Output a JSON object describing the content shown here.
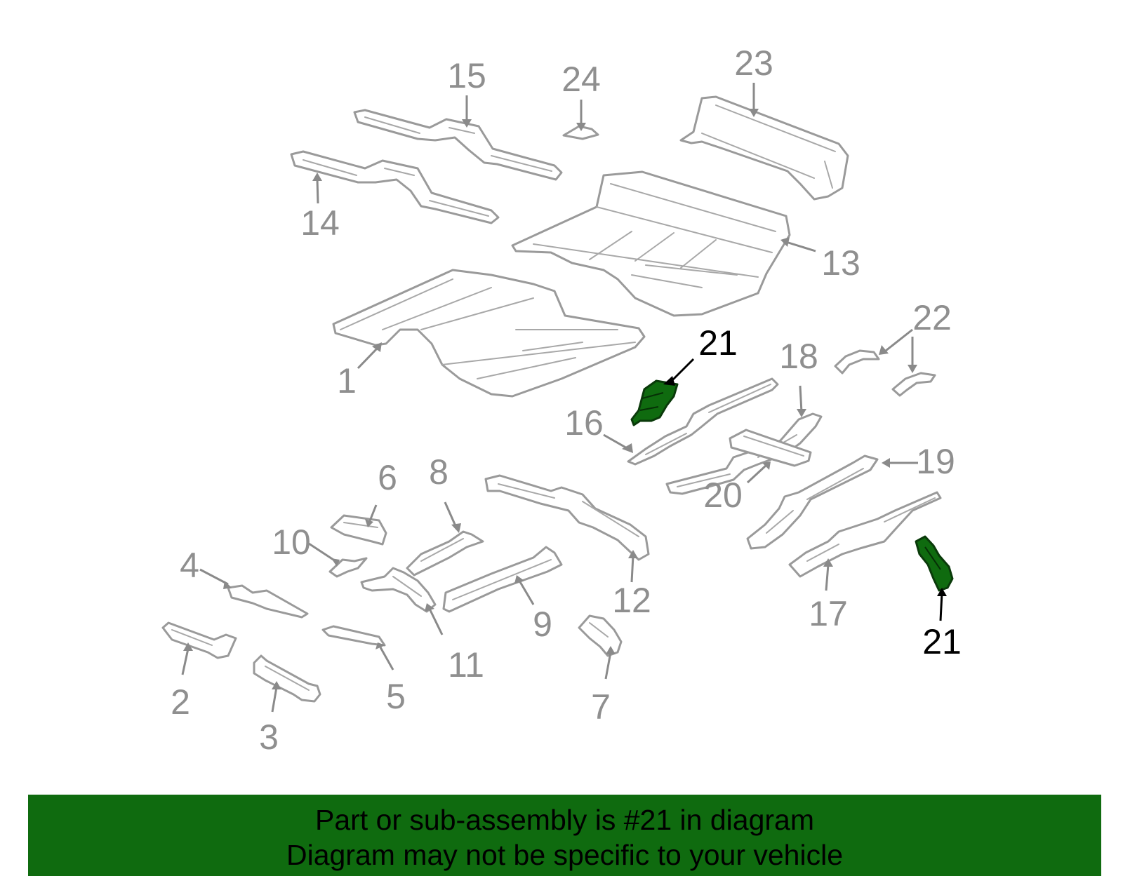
{
  "diagram": {
    "callouts": {
      "c1": "1",
      "c2": "2",
      "c3": "3",
      "c4": "4",
      "c5": "5",
      "c6": "6",
      "c7": "7",
      "c8": "8",
      "c9": "9",
      "c10": "10",
      "c11": "11",
      "c12": "12",
      "c13": "13",
      "c14": "14",
      "c15": "15",
      "c16": "16",
      "c17": "17",
      "c18": "18",
      "c19": "19",
      "c20": "20",
      "c21a": "21",
      "c21b": "21",
      "c22": "22",
      "c23": "23",
      "c24": "24"
    },
    "highlighted_part": "21",
    "colors": {
      "highlight": "#0f6b0f",
      "part_outline": "#9a9a9a",
      "callout_text": "#8f8f8f",
      "highlight_callout_text": "#000000"
    }
  },
  "banner": {
    "line1": "Part or sub-assembly is #21 in diagram",
    "line2": "Diagram may not be specific to your vehicle"
  }
}
